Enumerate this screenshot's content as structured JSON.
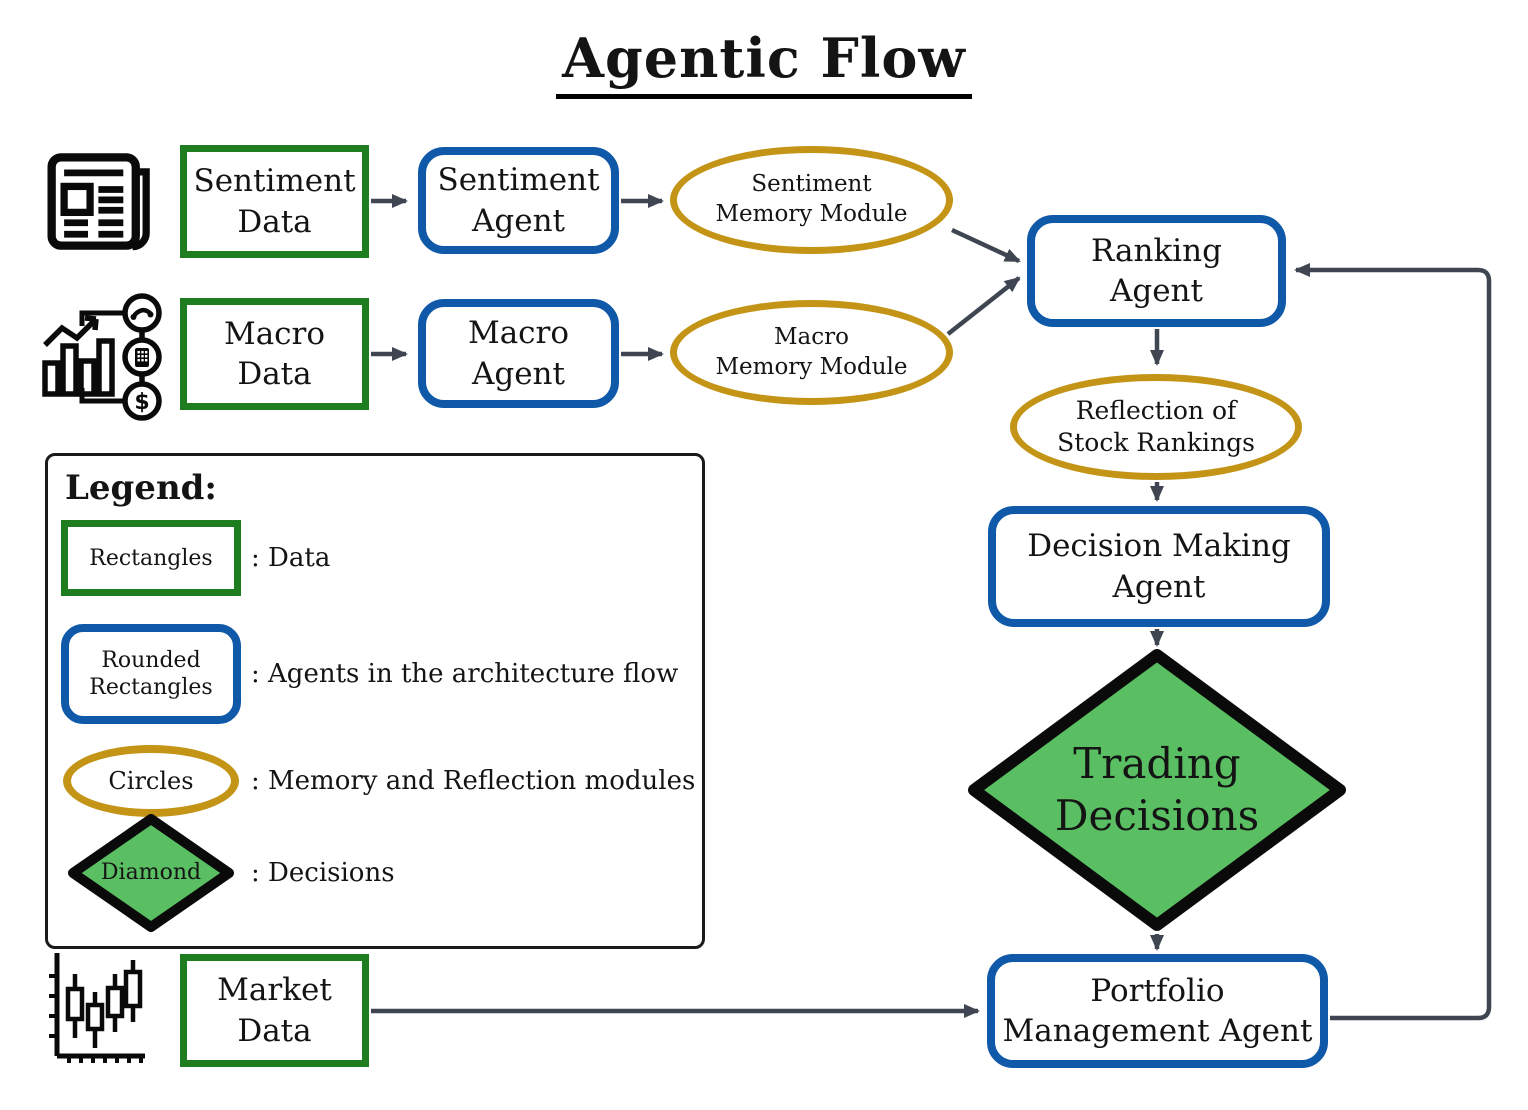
{
  "title": "Agentic Flow",
  "colors": {
    "data_border_green": "#1d7d1f",
    "agent_border_blue": "#1058a8",
    "module_border_gold": "#c49416",
    "decision_fill_green": "#5abf62",
    "decision_border_black": "#0a0a0a",
    "arrow_gray": "#3f4651"
  },
  "nodes": {
    "sentiment_data": {
      "lines": [
        "Sentiment",
        "Data"
      ]
    },
    "sentiment_agent": {
      "lines": [
        "Sentiment",
        "Agent"
      ]
    },
    "sentiment_memory": {
      "lines": [
        "Sentiment",
        "Memory Module"
      ]
    },
    "macro_data": {
      "lines": [
        "Macro",
        "Data"
      ]
    },
    "macro_agent": {
      "lines": [
        "Macro",
        "Agent"
      ]
    },
    "macro_memory": {
      "lines": [
        "Macro",
        "Memory Module"
      ]
    },
    "ranking_agent": {
      "lines": [
        "Ranking",
        "Agent"
      ]
    },
    "reflection": {
      "lines": [
        "Reflection of",
        "Stock Rankings"
      ]
    },
    "decision_agent": {
      "lines": [
        "Decision Making",
        "Agent"
      ]
    },
    "trading_decisions": {
      "lines": [
        "Trading",
        "Decisions"
      ]
    },
    "portfolio_agent": {
      "lines": [
        "Portfolio",
        "Management Agent"
      ]
    },
    "market_data": {
      "lines": [
        "Market",
        "Data"
      ]
    }
  },
  "legend": {
    "heading": "Legend:",
    "items": [
      {
        "shape": "rectangle",
        "shape_label": "Rectangles",
        "description": ": Data"
      },
      {
        "shape": "rounded-rectangle",
        "shape_label_lines": [
          "Rounded",
          "Rectangles"
        ],
        "description": ": Agents in the architecture flow"
      },
      {
        "shape": "ellipse",
        "shape_label": "Circles",
        "description": ": Memory and Reflection modules"
      },
      {
        "shape": "diamond",
        "shape_label": "Diamond",
        "description": ": Decisions"
      }
    ]
  },
  "icons": {
    "newspaper": "newspaper-icon",
    "macro": "macro-economy-icon",
    "candlestick": "candlestick-chart-icon"
  }
}
